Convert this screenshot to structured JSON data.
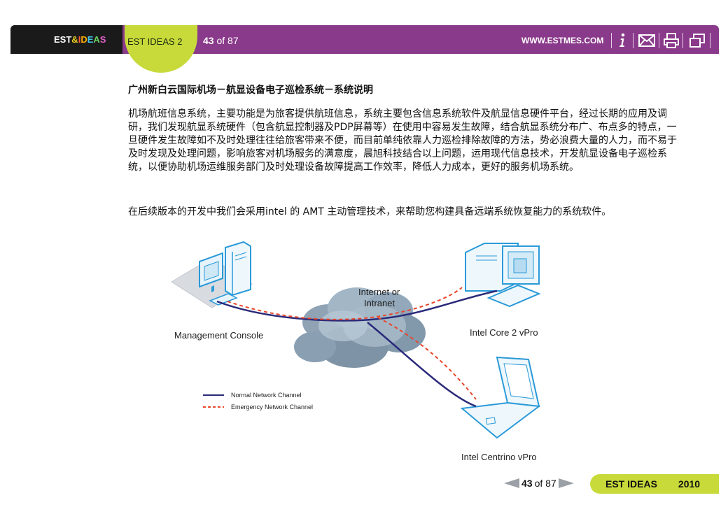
{
  "header": {
    "brand_est": "EST",
    "brand_amp": "&",
    "brand_ideas": [
      "I",
      "D",
      "E",
      "A",
      "S"
    ],
    "section": "EST IDEAS 2",
    "page_current": "43",
    "page_of": "of 87",
    "url": "WWW.ESTMES.COM",
    "icons": [
      "info-icon",
      "mail-icon",
      "print-icon",
      "window-icon"
    ]
  },
  "content": {
    "title": "广州新白云国际机场－航显设备电子巡检系统－系统说明",
    "paragraph1": "机场航班信息系统，主要功能是为旅客提供航班信息，系统主要包含信息系统软件及航显信息硬件平台，经过长期的应用及调研，我们发现航显系统硬件（包含航显控制器及PDP屏幕等）在使用中容易发生故障，结合航显系统分布广、布点多的特点，一旦硬件发生故障如不及时处理往往给旅客带来不便，而目前单纯依靠人力巡检排除故障的方法，势必浪费大量的人力，而不易于及时发现及处理问题，影响旅客对机场服务的满意度，晨旭科技结合以上问题，运用现代信息技术，开发航显设备电子巡检系统，以便协助机场运维服务部门及时处理设备故障提高工作效率，降低人力成本，更好的服务机场系统。",
    "paragraph2": "在后续版本的开发中我们会采用intel 的 AMT 主动管理技术，来帮助您构建具备远端系统恢复能力的系统软件。"
  },
  "diagram": {
    "cloud_label_1": "Internet or",
    "cloud_label_2": "Intranet",
    "node_console": "Management Console",
    "node_core2": "Intel Core 2 vPro",
    "node_centrino": "Intel Centrino vPro",
    "legend_normal": "Normal Network Channel",
    "legend_emergency": "Emergency Network Channel",
    "colors": {
      "normal": "#2a2a7a",
      "emergency": "#e8462a",
      "device": "#2a9ad8"
    }
  },
  "footer": {
    "page_current": "43",
    "page_of": "of 87",
    "label": "EST IDEAS",
    "year": "2010"
  },
  "colors": {
    "topbar": "#8a3a8a",
    "accent_green": "#c7da3a",
    "brand_bg": "#1a1a1a"
  }
}
